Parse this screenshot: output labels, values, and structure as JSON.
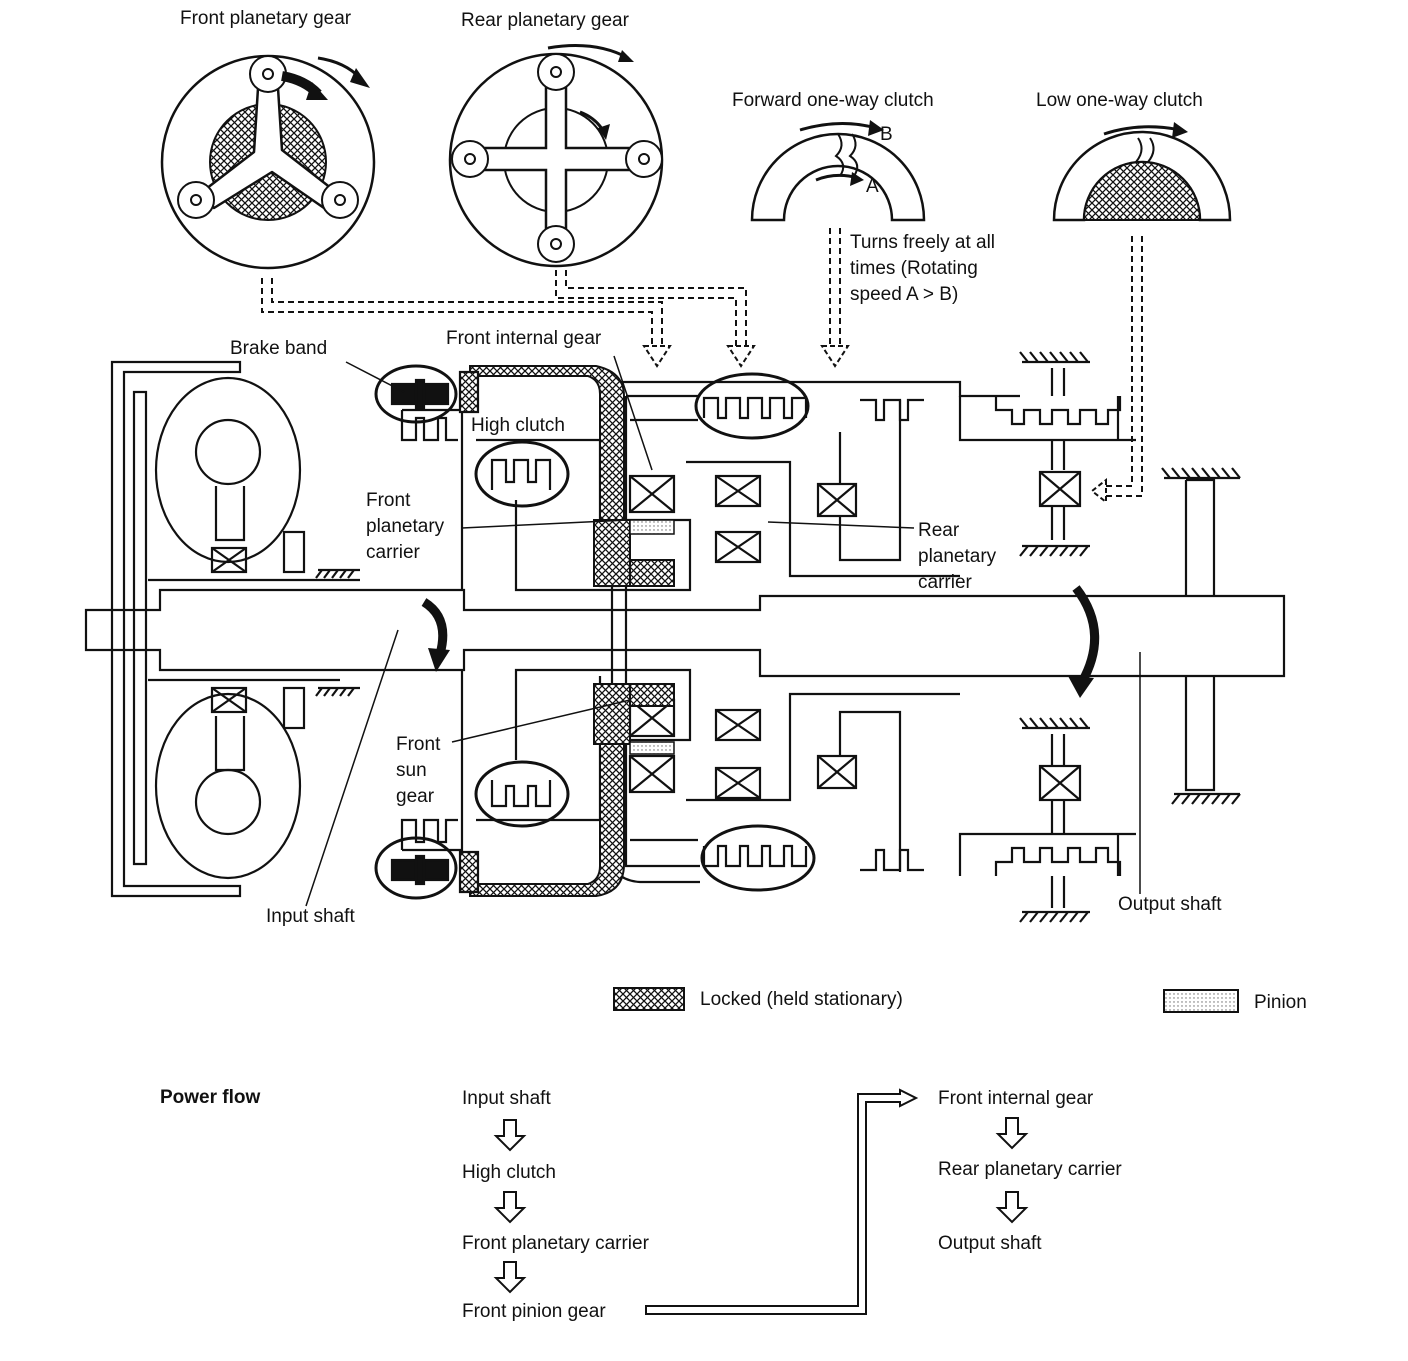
{
  "labels": {
    "front_planetary_gear": "Front planetary gear",
    "rear_planetary_gear": "Rear planetary gear",
    "forward_one_way_clutch": "Forward one-way clutch",
    "low_one_way_clutch": "Low one-way clutch",
    "arc_b": "B",
    "arc_a": "A",
    "turns_freely_line1": "Turns freely at all",
    "turns_freely_line2": "times (Rotating",
    "turns_freely_line3": "speed A > B)",
    "brake_band": "Brake band",
    "front_internal_gear": "Front internal gear",
    "high_clutch": "High clutch",
    "front_planetary_carrier_1": "Front",
    "front_planetary_carrier_2": "planetary",
    "front_planetary_carrier_3": "carrier",
    "rear_planetary_carrier_1": "Rear",
    "rear_planetary_carrier_2": "planetary",
    "rear_planetary_carrier_3": "carrier",
    "front_sun_gear_1": "Front",
    "front_sun_gear_2": "sun",
    "front_sun_gear_3": "gear",
    "input_shaft": "Input shaft",
    "output_shaft": "Output shaft"
  },
  "legend": {
    "locked": "Locked (held stationary)",
    "pinion": "Pinion"
  },
  "power_flow": {
    "title": "Power flow",
    "steps_left": [
      "Input shaft",
      "High clutch",
      "Front planetary carrier",
      "Front pinion gear"
    ],
    "steps_right": [
      "Front internal gear",
      "Rear planetary carrier",
      "Output shaft"
    ]
  },
  "colors": {
    "ink": "#111111",
    "background": "#ffffff"
  }
}
